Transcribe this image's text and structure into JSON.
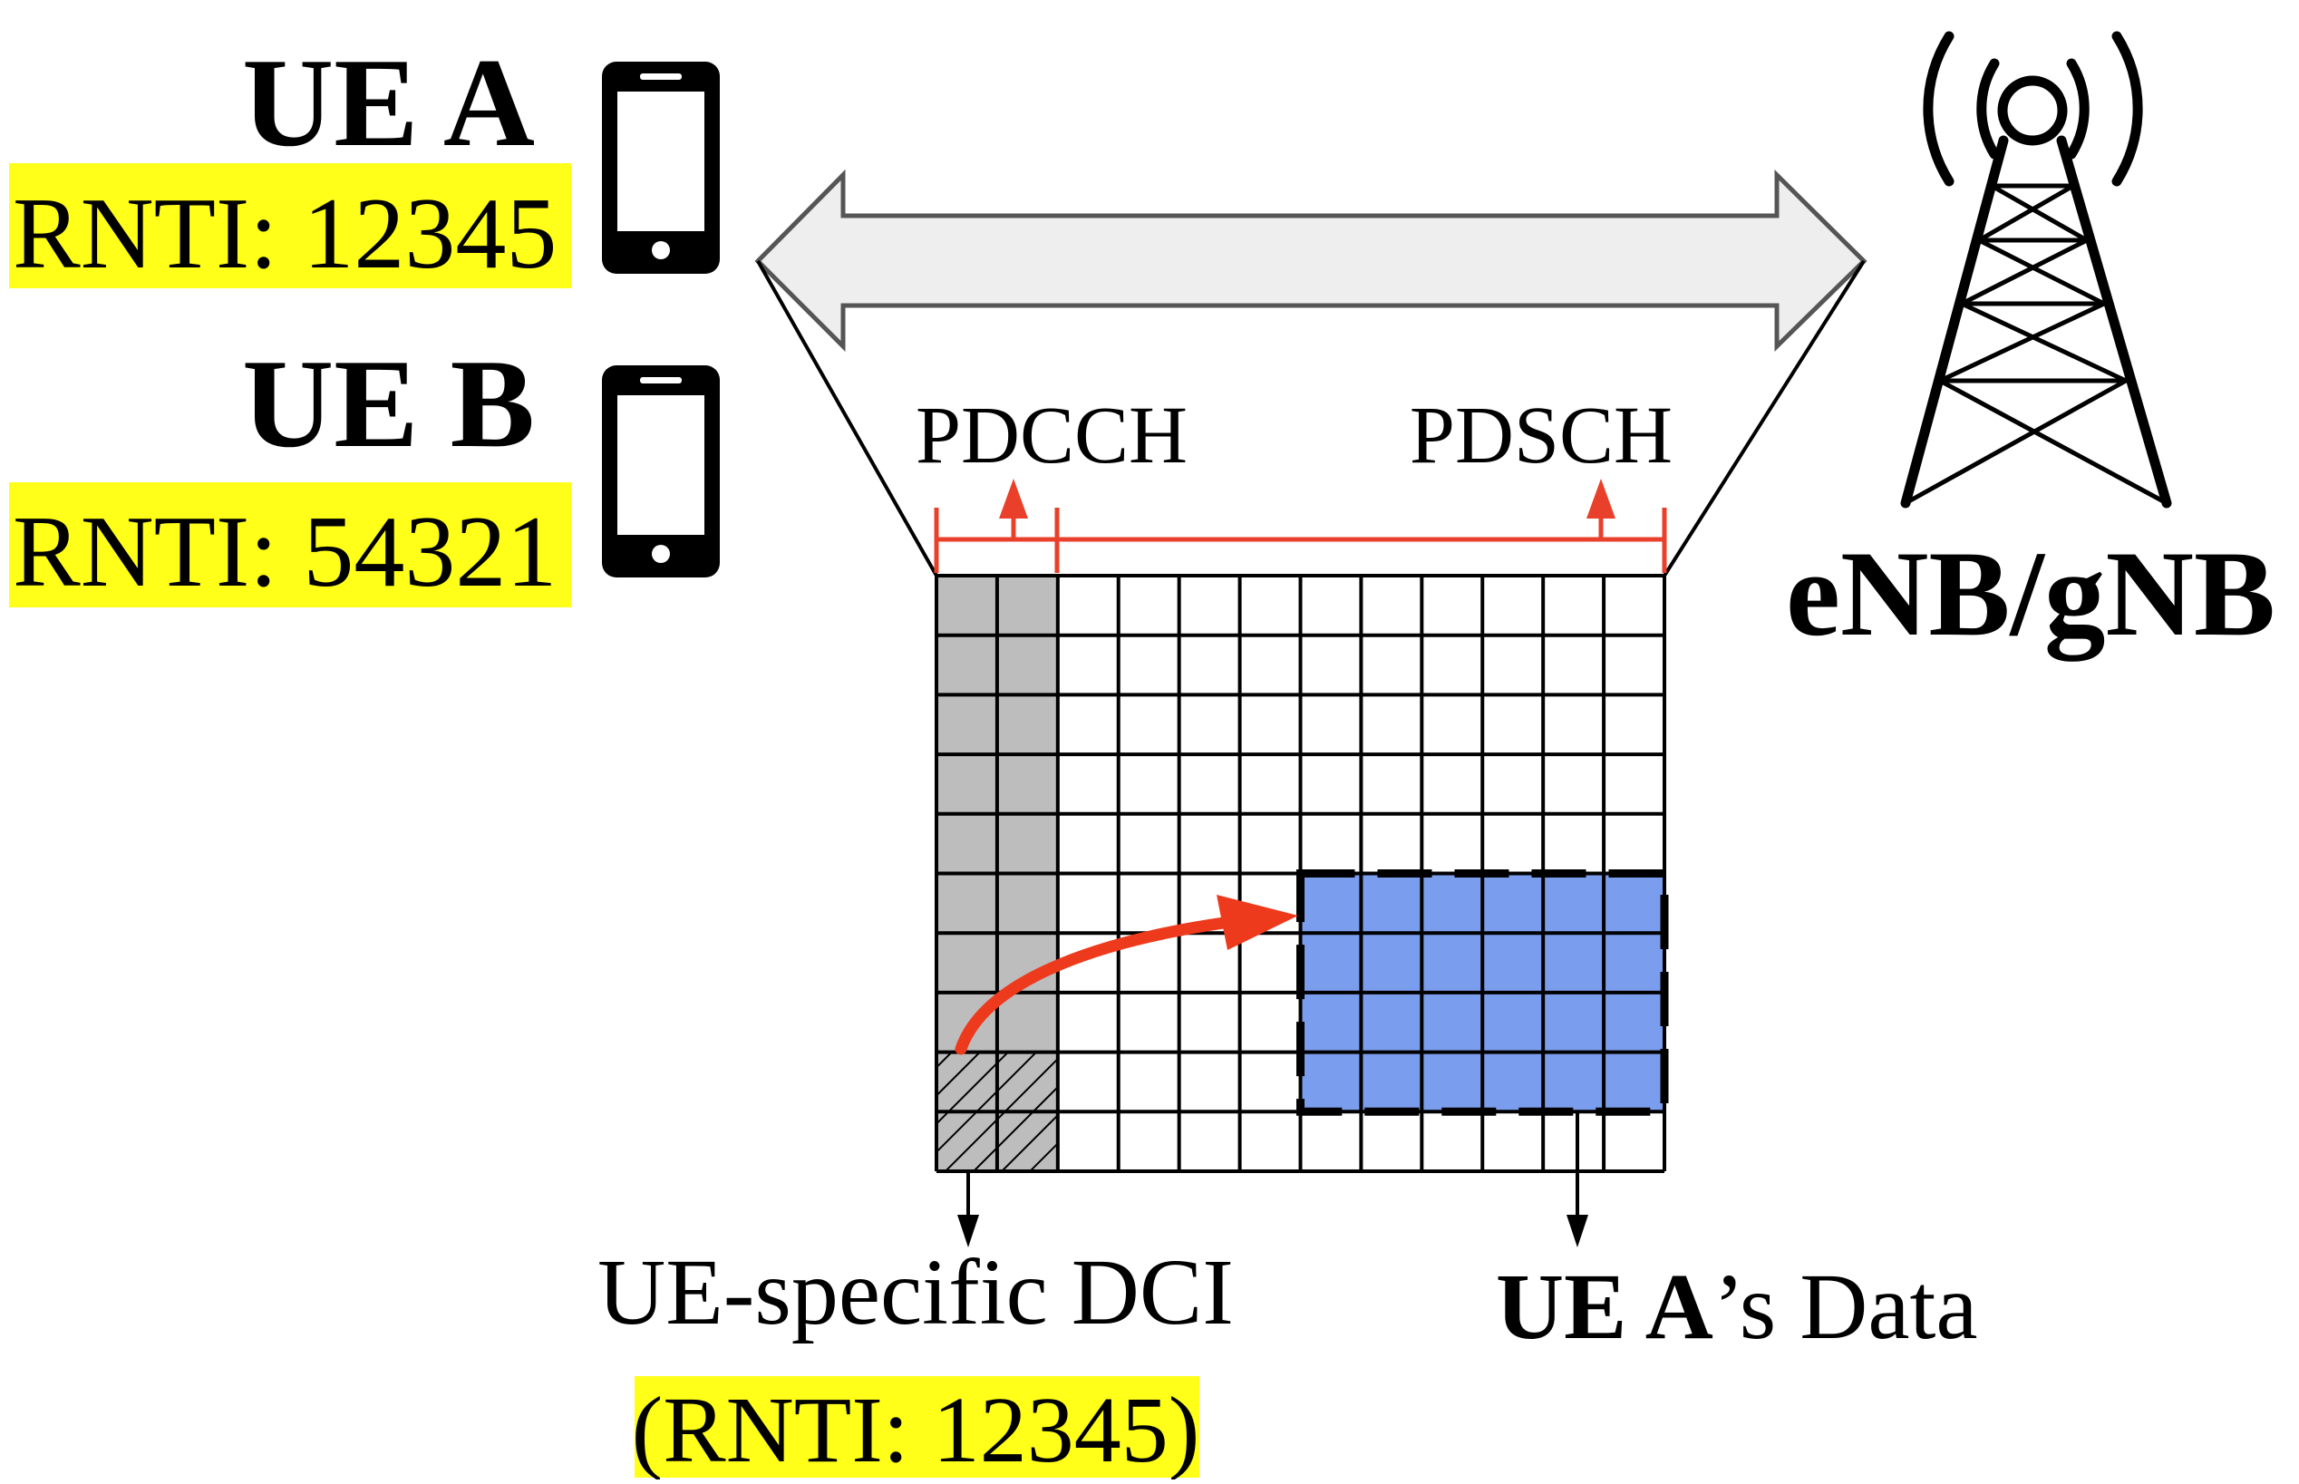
{
  "ue_a": {
    "name": "UE A",
    "rnti_label": "RNTI: 12345"
  },
  "ue_b": {
    "name": "UE B",
    "rnti_label": "RNTI: 54321"
  },
  "base_station": {
    "label": "eNB/gNB"
  },
  "channels": {
    "pdcch": "PDCCH",
    "pdsch": "PDSCH"
  },
  "dci_caption": {
    "line1": "UE-specific DCI",
    "open_paren": "(",
    "rnti": "RNTI: 12345",
    "close_paren": ")"
  },
  "data_caption": {
    "ue": "UE A",
    "suffix": "’s Data"
  },
  "grid": {
    "columns": 12,
    "rows": 10,
    "pdcch_columns": 2,
    "dci_rows": [
      8,
      9
    ],
    "ue_a_data": {
      "first_column": 6,
      "last_column": 11,
      "first_row": 5,
      "last_row": 8
    }
  },
  "colors": {
    "highlight": "#ffff1a",
    "pdcch_fill": "#bdbdbd",
    "ue_a_data_fill": "#7b9ded",
    "red_arrow": "#ee3a1c",
    "channel_bracket": "#e8402a",
    "link_arrow_fill": "#eeeeee",
    "link_arrow_stroke": "#555555"
  }
}
